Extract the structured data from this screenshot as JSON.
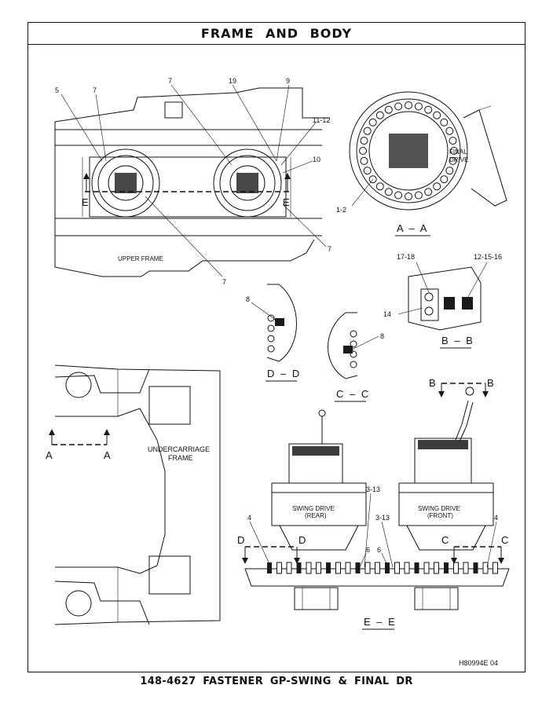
{
  "title": "FRAME AND BODY",
  "footer": "148-4627 FASTENER GP-SWING & FINAL DR",
  "drawing_id": "H80994E 04",
  "views": {
    "upper_frame": "UPPER FRAME",
    "undercarriage_line1": "UNDERCARRIAGE",
    "undercarriage_line2": "FRAME",
    "final_drive_line1": "FINAL",
    "final_drive_line2": "DRIVE",
    "swing_drive_rear_line1": "SWING DRIVE",
    "swing_drive_rear_line2": "(REAR)",
    "swing_drive_front_line1": "SWING DRIVE",
    "swing_drive_front_line2": "(FRONT)"
  },
  "sections": {
    "aa": "A – A",
    "bb": "B – B",
    "cc": "C – C",
    "dd": "D – D",
    "ee": "E – E"
  },
  "markers": {
    "a": "A",
    "b": "B",
    "c": "C",
    "d": "D",
    "e": "E"
  },
  "callouts": {
    "c5": "5",
    "c7": "7",
    "c19": "19",
    "c9": "9",
    "c1112": "11-12",
    "c10": "10",
    "c12": "1-2",
    "c1718": "17-18",
    "c121516": "12-15-16",
    "c14": "14",
    "c8": "8",
    "c313": "3-13",
    "c4": "4",
    "c6": "6"
  }
}
